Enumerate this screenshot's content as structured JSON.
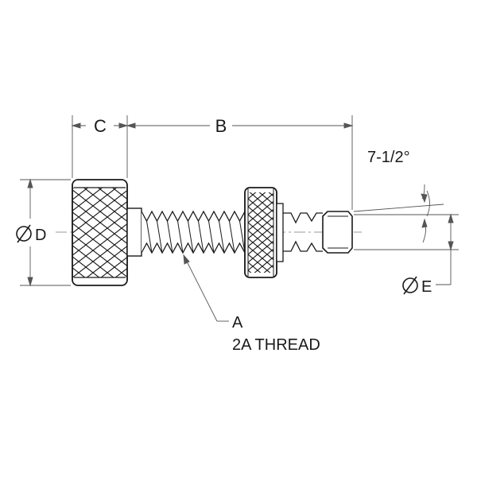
{
  "dimensions": {
    "c": "C",
    "b": "B",
    "d": "D",
    "e": "E",
    "a": "A",
    "thread": "2A THREAD",
    "angle": "7-1/2°"
  },
  "colors": {
    "ink": "#1a1a1a",
    "dim": "#555555"
  },
  "icons": {
    "diameter": "diameter-symbol-icon"
  }
}
